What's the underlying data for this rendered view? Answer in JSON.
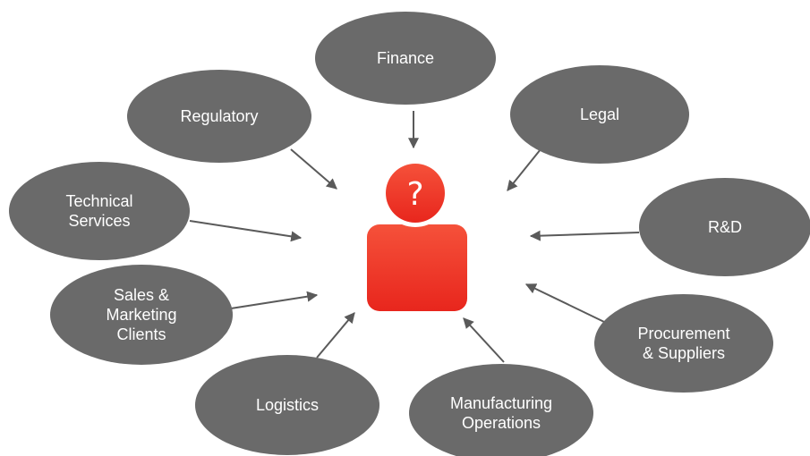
{
  "colors": {
    "bubble": "#6a6a6a",
    "arrow": "#5a5a5a",
    "person_top": "#f5513a",
    "person_bottom": "#e8261d",
    "text": "#ffffff"
  },
  "center": {
    "icon": "person-question-icon",
    "symbol": "?"
  },
  "departments": [
    {
      "id": "finance",
      "lines": [
        "Finance"
      ]
    },
    {
      "id": "regulatory",
      "lines": [
        "Regulatory"
      ]
    },
    {
      "id": "legal",
      "lines": [
        "Legal"
      ]
    },
    {
      "id": "technical-services",
      "lines": [
        "Technical",
        "Services"
      ]
    },
    {
      "id": "rnd",
      "lines": [
        "R&D"
      ]
    },
    {
      "id": "sales-marketing-clients",
      "lines": [
        "Sales &",
        "Marketing",
        "Clients"
      ]
    },
    {
      "id": "procurement-suppliers",
      "lines": [
        "Procurement",
        "& Suppliers"
      ]
    },
    {
      "id": "logistics",
      "lines": [
        "Logistics"
      ]
    },
    {
      "id": "manufacturing-operations",
      "lines": [
        "Manufacturing",
        "Operations"
      ]
    }
  ]
}
